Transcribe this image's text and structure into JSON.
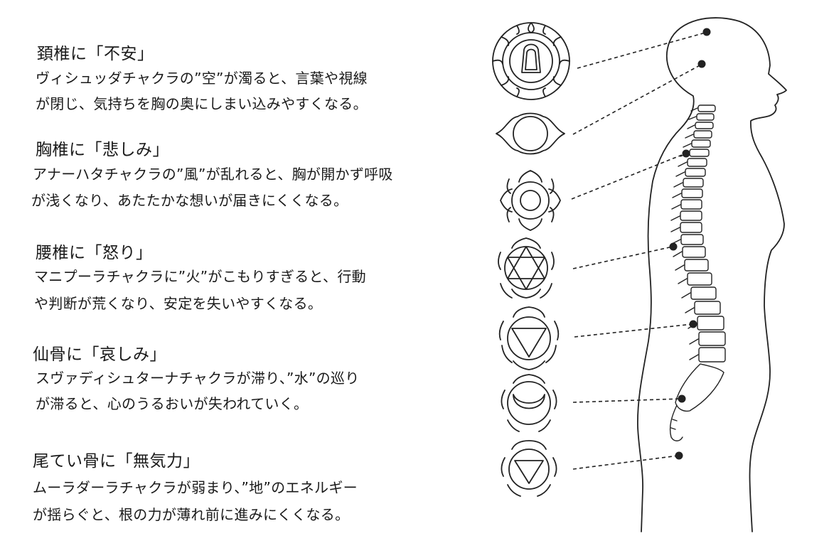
{
  "entries": [
    {
      "heading": "頚椎に「不安」",
      "line1": "ヴィシュッダチャクラの”空”が濁ると、言葉や視線",
      "line2": "が閉じ、気持ちを胸の奥にしまい込みやすくなる。",
      "chakra_icon": "vishuddha-symbol-icon"
    },
    {
      "heading": "胸椎に「悲しみ」",
      "line1": "アナーハタチャクラの”風”が乱れると、胸が開かず呼吸",
      "line2": "が浅くなり、あたたかな想いが届きにくくなる。",
      "chakra_icon": "anahata-symbol-icon"
    },
    {
      "heading": "腰椎に「怒り」",
      "line1": "マニプーラチャクラに”火”がこもりすぎると、行動",
      "line2": "や判断が荒くなり、安定を失いやすくなる。",
      "chakra_icon": "manipura-symbol-icon"
    },
    {
      "heading": "仙骨に「哀しみ」",
      "line1": "スヴァディシュターナチャクラが滞り、”水”の巡り",
      "line2": "が滞ると、心のうるおいが失われていく。",
      "chakra_icon": "svadhisthana-symbol-icon"
    },
    {
      "heading": "尾てい骨に「無気力」",
      "line1": "ムーラダーラチャクラが弱まり、”地”のエネルギー",
      "line2": "が揺らぐと、根の力が薄れ前に進みにくくなる。",
      "chakra_icon": "muladhara-symbol-icon"
    }
  ],
  "diagram": {
    "ink_color": "#222222",
    "figure_icon": "human-body-silhouette-with-spine-icon"
  }
}
